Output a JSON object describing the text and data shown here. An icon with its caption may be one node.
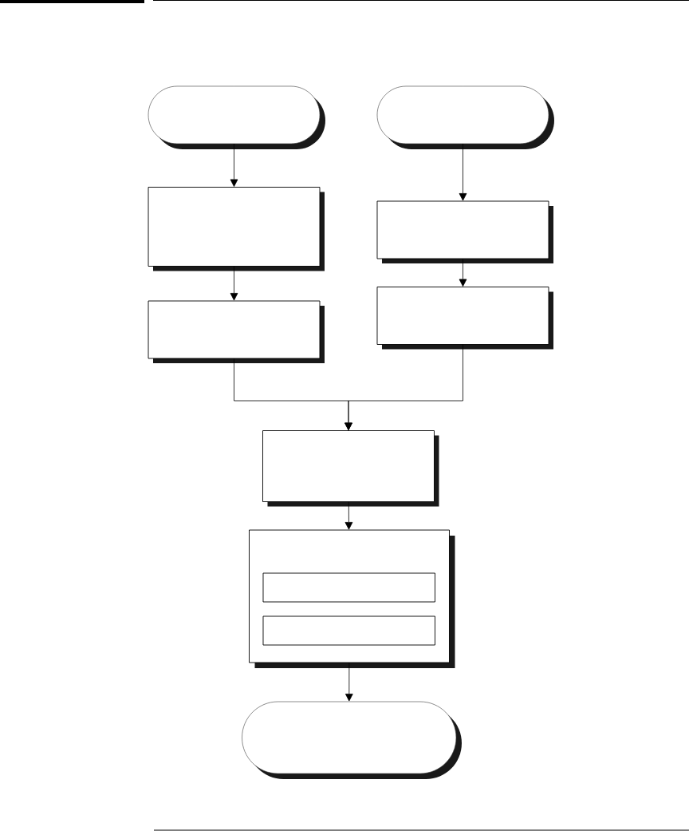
{
  "diagram": {
    "nodes": [
      {
        "text": [],
        "shape": "capsule"
      },
      {
        "text": [],
        "shape": "capsule"
      },
      {
        "text": [],
        "shape": "box"
      },
      {
        "text": [],
        "shape": "box"
      },
      {
        "text": [],
        "shape": "box"
      },
      {
        "text": [],
        "shape": "box"
      },
      {
        "text": [],
        "shape": "box"
      },
      {
        "text": [],
        "shape": "box"
      },
      {
        "text": [],
        "shape": "box",
        "in": 7
      },
      {
        "text": [],
        "shape": "box",
        "in": 7
      },
      {
        "text": [],
        "shape": "capsule"
      }
    ],
    "edges": [
      {
        "from": 0,
        "to": 2,
        "arrow": "to"
      },
      {
        "from": 2,
        "to": 4,
        "arrow": "to"
      },
      {
        "from": 1,
        "to": 3,
        "arrow": "to"
      },
      {
        "from": 3,
        "to": 5,
        "arrow": "to"
      },
      {
        "from": 4,
        "to": 6,
        "arrow": "to"
      },
      {
        "from": 5,
        "to": 6,
        "arrow": "to"
      },
      {
        "from": 6,
        "to": 7,
        "arrow": "to"
      },
      {
        "from": 7,
        "to": 10,
        "arrow": "to"
      }
    ]
  }
}
